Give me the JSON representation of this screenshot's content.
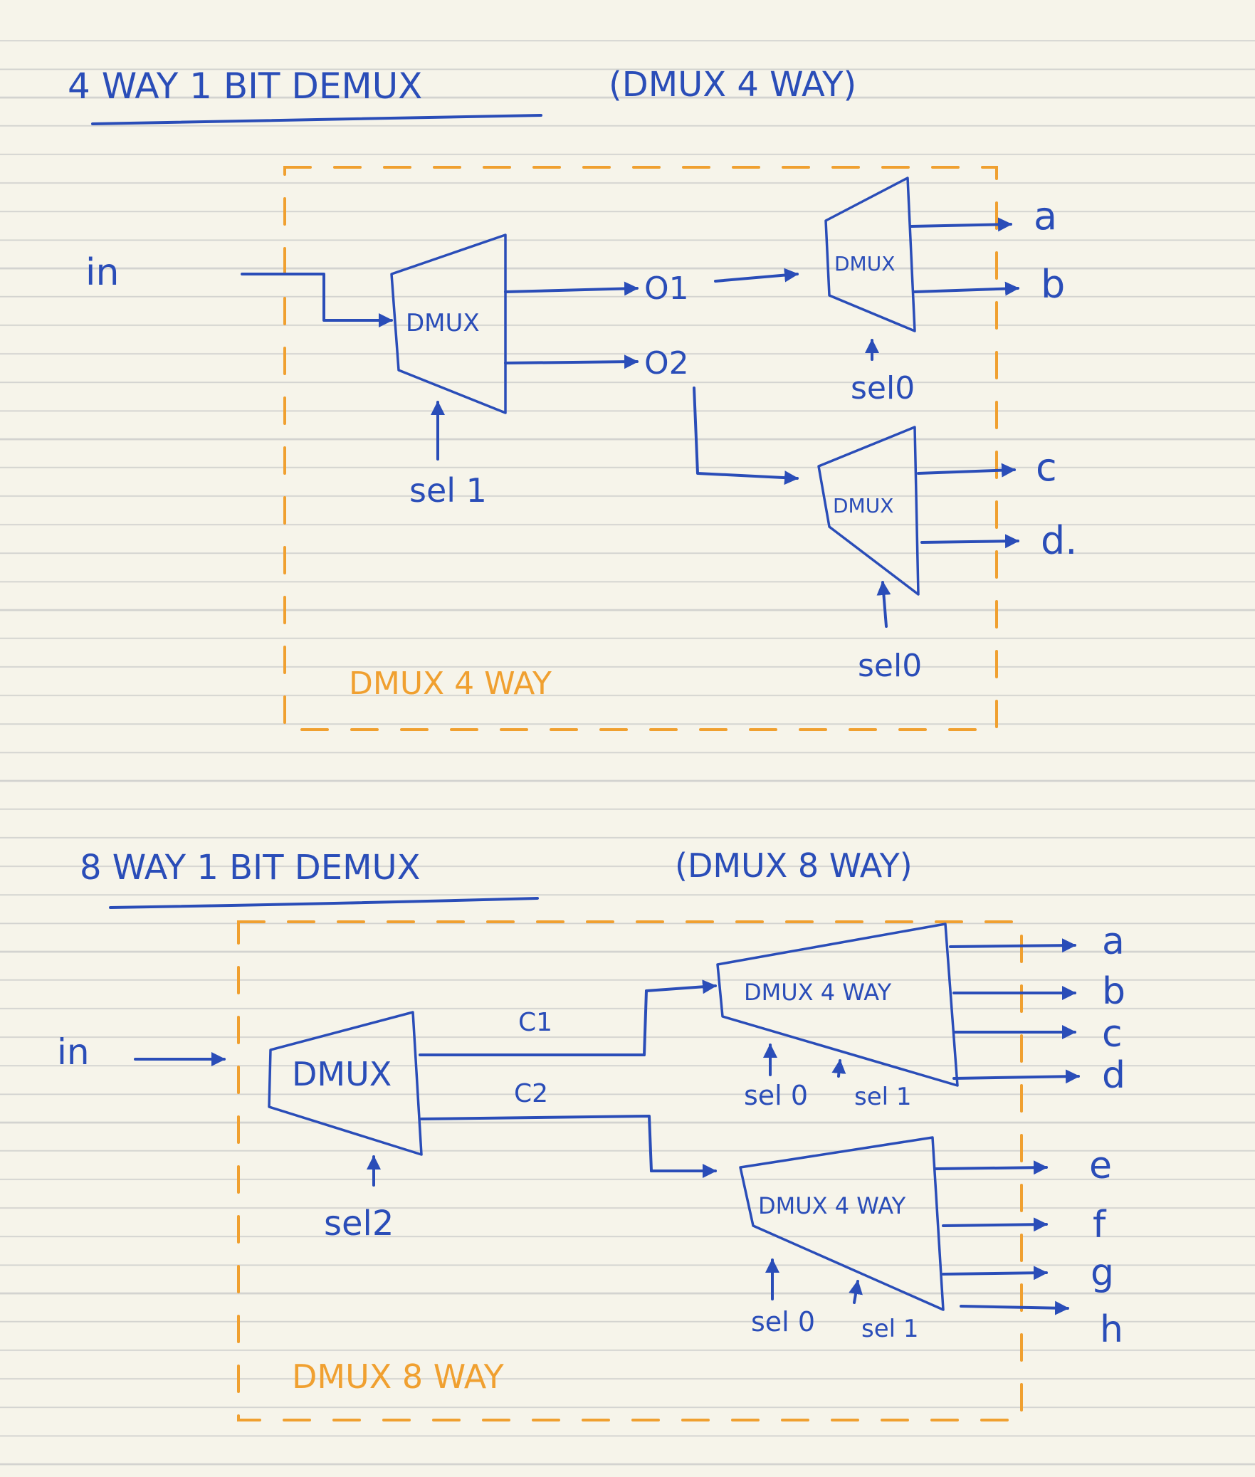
{
  "colors": {
    "ink": "#2a4db8",
    "highlight": "#f0a030",
    "paper": "#f6f4ea"
  },
  "section1": {
    "title": "4 WAY 1 BIT DEMUX",
    "alias": "(DMUX 4 WAY)",
    "input": "in",
    "mux_label": "DMUX",
    "intermediate": [
      "O1",
      "O2"
    ],
    "sel_labels": [
      "sel 1",
      "sel0",
      "sel0"
    ],
    "outputs": [
      "a",
      "b",
      "c",
      "d."
    ],
    "boundary_label": "DMUX 4 WAY"
  },
  "section2": {
    "title": "8 WAY 1 BIT DEMUX",
    "alias": "(DMUX 8 WAY)",
    "input": "in",
    "mux_label": "DMUX",
    "sub_label": "DMUX 4 WAY",
    "intermediate": [
      "C1",
      "C2"
    ],
    "sel_labels": {
      "main": "sel2",
      "sel0": "sel 0",
      "sel1": "sel 1"
    },
    "outputs": [
      "a",
      "b",
      "c",
      "d",
      "e",
      "f",
      "g",
      "h"
    ],
    "boundary_label": "DMUX 8 WAY"
  }
}
